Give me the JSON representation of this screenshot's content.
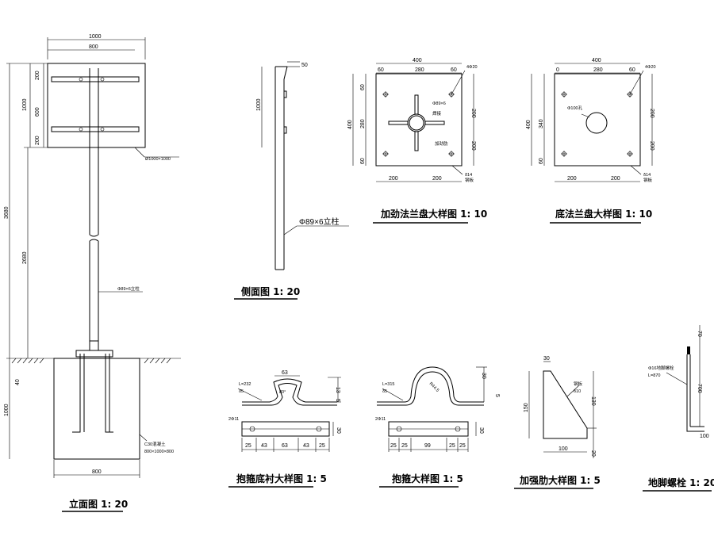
{
  "elevation": {
    "title": "立面图 1: 20",
    "dims": {
      "w_top": "1000",
      "w_inner": "800",
      "d200a": "200",
      "d600": "600",
      "d200b": "200",
      "d1000": "1000",
      "h3680": "3680",
      "h2680": "2680",
      "d40": "40",
      "d1000b": "1000",
      "base800": "800"
    },
    "notes": {
      "sign": "Ø1000×1000",
      "post": "Φ89×6立柱",
      "found1": "C30混凝土",
      "found2": "800×1000×800"
    }
  },
  "side": {
    "title": "侧面图 1: 20",
    "dims": {
      "d50": "50",
      "d1000": "1000"
    },
    "post_label": "Φ89×6立柱"
  },
  "stiff_flange": {
    "title": "加劲法兰盘大样图 1: 10",
    "dims": {
      "w400": "400",
      "d60a": "60",
      "d280": "280",
      "d60b": "60",
      "hole": "4Φ20",
      "v60a": "60",
      "v280": "280",
      "v60b": "60",
      "v400": "400",
      "r200a": "200",
      "r200b": "200",
      "b200a": "200",
      "b200b": "200",
      "thk": "δ14"
    },
    "notes": {
      "pipe": "Φ89×6",
      "weld": "焊接",
      "rib": "加劲肋"
    },
    "side_note": "钢板"
  },
  "base_flange": {
    "title": "底法兰盘大样图 1: 10",
    "dims": {
      "w400": "400",
      "d0": "0",
      "d280": "280",
      "d60": "60",
      "hole": "4Φ20",
      "v340": "340",
      "v400": "400",
      "v60": "60",
      "r200a": "200",
      "r200b": "200",
      "b200a": "200",
      "b200b": "200",
      "thk": "δ14"
    },
    "notes": {
      "hole100": "Φ100孔"
    },
    "side_note": "钢板"
  },
  "hoop_liner": {
    "title": "抱箍底衬大样图 1: 5",
    "dims": {
      "d63": "63",
      "deg": "80°",
      "d13": "13",
      "d5": "5",
      "d30": "30",
      "b25a": "25",
      "b43a": "43",
      "b63": "63",
      "b43b": "43",
      "b25b": "25"
    },
    "notes": {
      "len": "L=232",
      "thk": "δ5",
      "hole": "2Φ11"
    }
  },
  "hoop": {
    "title": "抱箍大样图 1: 5",
    "dims": {
      "r": "R44.5",
      "d30": "30",
      "d5": "5",
      "d30b": "30",
      "b25a": "25",
      "b25b": "25",
      "b99": "99",
      "b25c": "25",
      "b25d": "25"
    },
    "notes": {
      "len": "L=315",
      "thk": "δ5",
      "hole": "2Φ11"
    }
  },
  "rib": {
    "title": "加强肋大样图 1: 5",
    "dims": {
      "d30": "30",
      "d150": "150",
      "d130": "130",
      "d100": "100",
      "d20": "20"
    },
    "notes": {
      "mat": "钢板",
      "thk": "δ10"
    }
  },
  "anchor": {
    "title": "地脚螺栓 1: 20",
    "dims": {
      "d70": "70",
      "d700": "700",
      "d100": "100"
    },
    "notes": {
      "spec": "Φ16地脚螺栓",
      "len": "L=870"
    }
  }
}
